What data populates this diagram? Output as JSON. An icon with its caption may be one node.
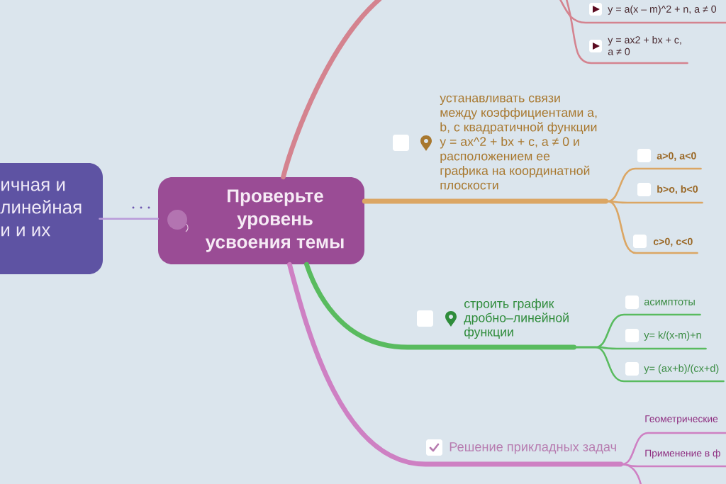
{
  "diagram": {
    "nodes": [
      {
        "text": [
          "ичная и линейная и и их"
        ]
      },
      {
        "text": [
          "Проверьте уровень усвоения темы"
        ]
      },
      {
        "text": [
          "y = a(x – m)^2 + n, a ≠ 0"
        ]
      },
      {
        "text": [
          "y = ax2 + bx + c, a ≠ 0"
        ]
      },
      {
        "text": [
          "устанавливать связи между коэффициентами a, b, c квадратичной функции y = ax^2 + bx + c, a ≠ 0 и расположением ее графика на координатной плоскости"
        ]
      },
      {
        "text": [
          "a>0, a<0"
        ]
      },
      {
        "text": [
          "b>o, b<0"
        ]
      },
      {
        "text": [
          "c>0, c<0"
        ]
      },
      {
        "text": [
          "строить график дробно–линейной функции"
        ]
      },
      {
        "text": [
          "асимптоты"
        ]
      },
      {
        "text": [
          "y= k/(x-m)+n"
        ]
      },
      {
        "text": [
          "y= (ax+b)/(cx+d)"
        ]
      },
      {
        "text": [
          "Решение прикладных задач"
        ]
      },
      {
        "text": [
          "Геометрические"
        ]
      },
      {
        "text": [
          "Применение в ф"
        ]
      }
    ],
    "edges": [
      {
        "from": 0,
        "to": 1,
        "arrow": "none",
        "color": "#b99bd9"
      },
      {
        "from": 1,
        "to": null,
        "arrow": "none",
        "style": "thick",
        "color": "#d4838f"
      },
      {
        "from": null,
        "to": 2,
        "arrow": "none",
        "color": "#d4838f"
      },
      {
        "from": null,
        "to": 3,
        "arrow": "none",
        "color": "#d4838f"
      },
      {
        "from": 1,
        "to": 4,
        "arrow": "none",
        "style": "thick",
        "color": "#dba664"
      },
      {
        "from": 4,
        "to": 5,
        "arrow": "none",
        "color": "#dba664"
      },
      {
        "from": 4,
        "to": 6,
        "arrow": "none",
        "color": "#dba664"
      },
      {
        "from": 4,
        "to": 7,
        "arrow": "none",
        "color": "#dba664"
      },
      {
        "from": 1,
        "to": 8,
        "arrow": "none",
        "style": "thick",
        "color": "#59bb5f"
      },
      {
        "from": 8,
        "to": 9,
        "arrow": "none",
        "color": "#59bb5f"
      },
      {
        "from": 8,
        "to": 10,
        "arrow": "none",
        "color": "#59bb5f"
      },
      {
        "from": 8,
        "to": 11,
        "arrow": "none",
        "color": "#59bb5f"
      },
      {
        "from": 1,
        "to": 12,
        "arrow": "none",
        "style": "thick",
        "color": "#ce80c3"
      },
      {
        "from": 12,
        "to": 13,
        "arrow": "none",
        "color": "#ce80c3"
      },
      {
        "from": 12,
        "to": 14,
        "arrow": "none",
        "color": "#ce80c3"
      },
      {
        "from": 12,
        "to": null,
        "arrow": "none",
        "color": "#ce80c3"
      }
    ]
  }
}
